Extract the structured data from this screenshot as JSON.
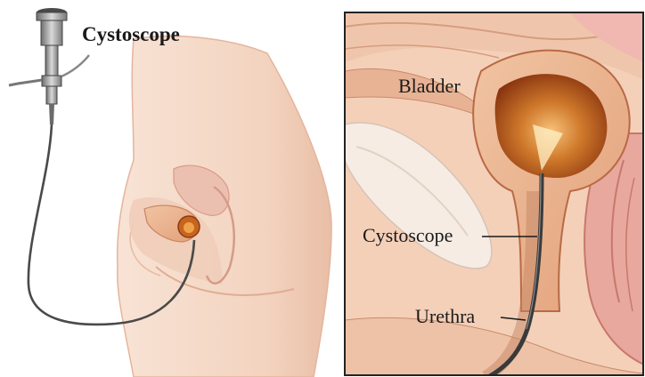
{
  "left_panel": {
    "label": "Cystoscope"
  },
  "right_panel": {
    "labels": {
      "bladder": "Bladder",
      "cystoscope": "Cystoscope",
      "urethra": "Urethra"
    }
  },
  "colors": {
    "skin": "#f3d6c3",
    "skin_shadow": "#e2b49b",
    "tissue": "#e8a678",
    "bladder_interior": "#b4541a",
    "instrument": "#3a3a3a",
    "frame": "#222222"
  }
}
